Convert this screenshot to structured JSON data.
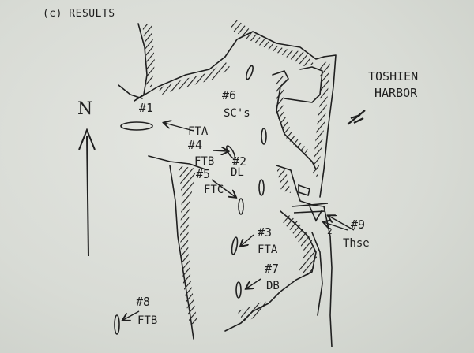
{
  "header": {
    "section_label": "(c) RESULTS"
  },
  "place": {
    "line1": "TOSHIEN",
    "line2": "HARBOR"
  },
  "north": "N",
  "ships": [
    {
      "id": "#1",
      "label": "FTA"
    },
    {
      "id": "#4",
      "label": "FTB"
    },
    {
      "id": "#5",
      "label": "FTC"
    },
    {
      "id": "#2",
      "label": "DL"
    },
    {
      "id": "#6",
      "label": "SC's"
    },
    {
      "id": "#3",
      "label": "FTA"
    },
    {
      "id": "#7",
      "label": "DB"
    },
    {
      "id": "#8",
      "label": "FTB"
    },
    {
      "id": "#9",
      "label": "Thse"
    }
  ],
  "misc_marks": {
    "small_number": "2"
  },
  "colors": {
    "ink": "#1f1f1f",
    "paper": "#d9dcd6"
  }
}
